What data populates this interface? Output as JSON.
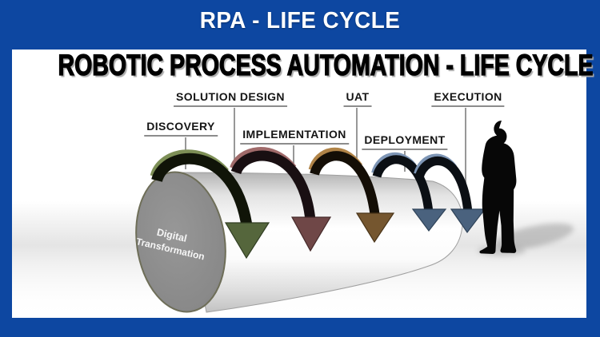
{
  "banner": {
    "title": "RPA - LIFE CYCLE"
  },
  "panel": {
    "heading": "ROBOTIC PROCESS AUTOMATION - LIFE CYCLE"
  },
  "diagram": {
    "cylinder": {
      "line1": "Digital",
      "line2": "Transformation"
    },
    "stages": [
      {
        "label": "DISCOVERY"
      },
      {
        "label": "SOLUTION DESIGN"
      },
      {
        "label": "IMPLEMENTATION"
      },
      {
        "label": "UAT"
      },
      {
        "label": "DEPLOYMENT"
      },
      {
        "label": "EXECUTION"
      }
    ],
    "arrows": [
      {
        "name": "arrow-1-green",
        "color": "#55663c",
        "highlight": "#7d8f56"
      },
      {
        "name": "arrow-2-maroon",
        "color": "#6f4747",
        "highlight": "#a06a6a"
      },
      {
        "name": "arrow-3-brown",
        "color": "#75562f",
        "highlight": "#b08347"
      },
      {
        "name": "arrow-4-blue",
        "color": "#4a627e",
        "highlight": "#7d95b5"
      },
      {
        "name": "arrow-5-blue",
        "color": "#4a627e",
        "highlight": "#7d95b5"
      }
    ],
    "figure": "standing-businessman-silhouette"
  },
  "colors": {
    "background": "#0d47a1",
    "panel": "#ffffff",
    "banner_text": "#ffffff",
    "heading_text": "#000000",
    "label_underline": "#8c8c8c",
    "cylinder_face": "#8a8a8a"
  }
}
